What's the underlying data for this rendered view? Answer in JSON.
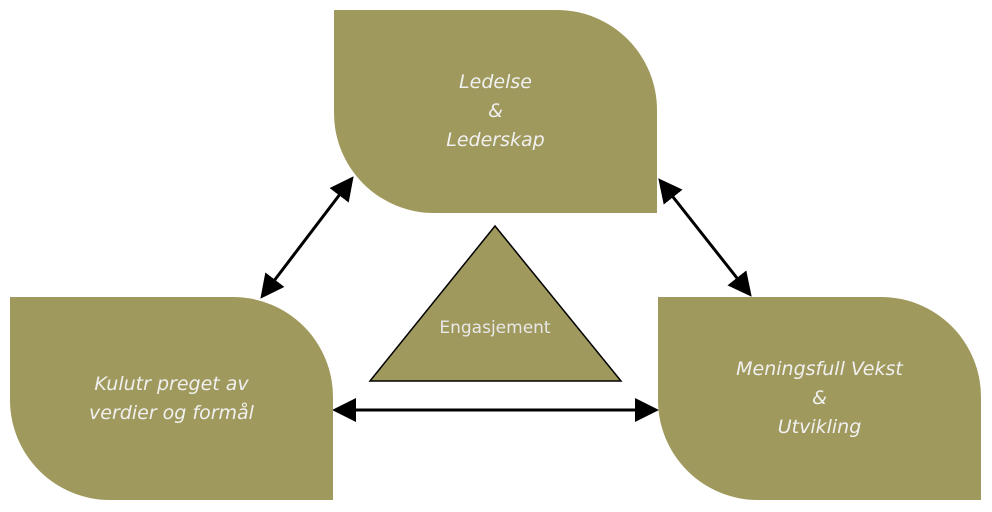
{
  "nodes": {
    "top": {
      "lines": [
        "Ledelse",
        "&",
        "Lederskap"
      ]
    },
    "left": {
      "lines": [
        "Kulutr preget av",
        "verdier og formål"
      ]
    },
    "right": {
      "lines": [
        "Meningsfull Vekst",
        "&",
        "Utvikling"
      ]
    },
    "center": {
      "label": "Engasjement"
    }
  },
  "colors": {
    "fill": "#a0995d",
    "arrow": "#000000"
  }
}
